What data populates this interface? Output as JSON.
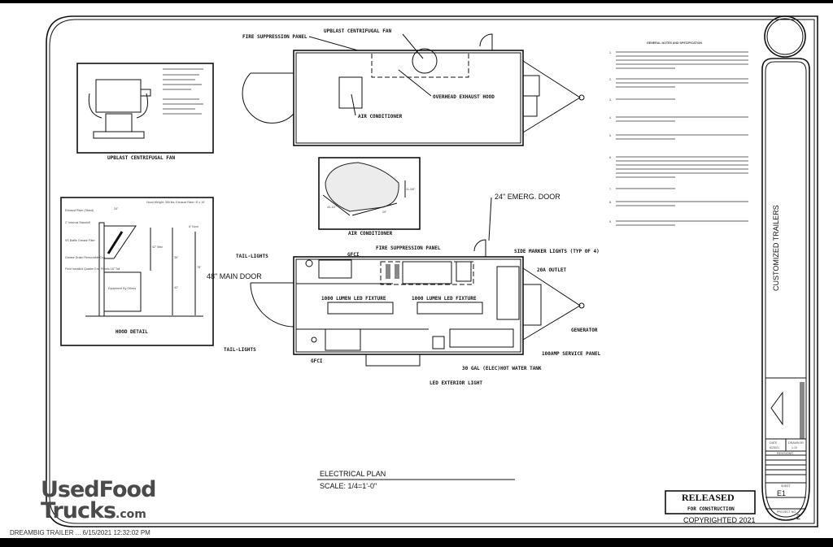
{
  "sheet": {
    "project_title": "CUSTOMIZED TRAILERS",
    "drawing_title": "ELECTRICAL PLAN",
    "scale": "SCALE: 1/4=1'-0\"",
    "released": "RELEASED",
    "released_sub": "FOR CONSTRUCTION",
    "copyright": "COPYRIGHTED 2021",
    "sheet_label": "SHEET",
    "sheet_number": "E1",
    "project_no_label": "PROJECT NO.",
    "project_no": "2",
    "date_label": "DATE",
    "date": "6/25/21",
    "drawn_by_label": "DRAWN BY",
    "drawn_by": "1:10",
    "revisions_label": "REVISIONS",
    "footer": "DREAMBIG TRAILER ... 6/15/2021 12:32:02 PM"
  },
  "notes": {
    "title": "GENERAL NOTES AND SPECIFICATION",
    "numbers": [
      "1.",
      "2.",
      "3.",
      "4.",
      "5.",
      "6.",
      "7.",
      "8.",
      "9."
    ]
  },
  "top_plan": {
    "fire_suppression": "FIRE SUPPRESSION PANEL",
    "fan": "UPBLAST CENTRIFUGAL FAN",
    "hood": "OVERHEAD EXHAUST HOOD",
    "ac": "AIR CONDITIONER"
  },
  "details": {
    "fan_title": "UPBLAST CENTRIFUGAL FAN",
    "hood_title": "HOOD DETAIL",
    "ac_title": "AIR CONDITIONER",
    "ac_dim_h": "11-3/8\"",
    "ac_dim_l": "43-1/2\"",
    "ac_dim_w": "29\"",
    "hood_labels": [
      "Exhaust Riser (Stand)",
      "2\" Internal Standoff",
      "SS Baffle Grease Filter",
      "Grease Drain/ Removable Cup",
      "Field Installed Quarter End Panels 18\" Tall"
    ],
    "hood_weight": "Hood Weight: 350 lbs. Exhaust Riser: 8' x 10'",
    "hood_dims": [
      "24\"",
      "6\" Nom",
      "42\" Max",
      "36\"",
      "78\"",
      "42\""
    ],
    "hood_equipment": "Equipment By Others"
  },
  "electrical_plan": {
    "main_door": "48\" MAIN DOOR",
    "emerg_door": "24\" EMERG. DOOR",
    "tail_lights_top": "TAIL-LIGHTS",
    "tail_lights_bottom": "TAIL-LIGHTS",
    "gfci_top": "GFCI",
    "gfci_bottom": "GFCI",
    "fire_suppression": "FIRE SUPPRESSION PANEL",
    "side_marker": "SIDE MARKER LIGHTS (TYP OF 4)",
    "outlet": "20A OUTLET",
    "led1": "1000 LUMEN LED FIXTURE",
    "led2": "1000 LUMEN LED FIXTURE",
    "generator": "GENERATOR",
    "service_panel": "100AMP SERVICE PANEL",
    "water_tank": "30 GAL (ELEC)HOT WATER TANK",
    "exterior_light": "LED EXTERIOR LIGHT"
  },
  "logo": {
    "line1": "UsedFood",
    "line2": "Trucks",
    "suffix": ".com"
  }
}
